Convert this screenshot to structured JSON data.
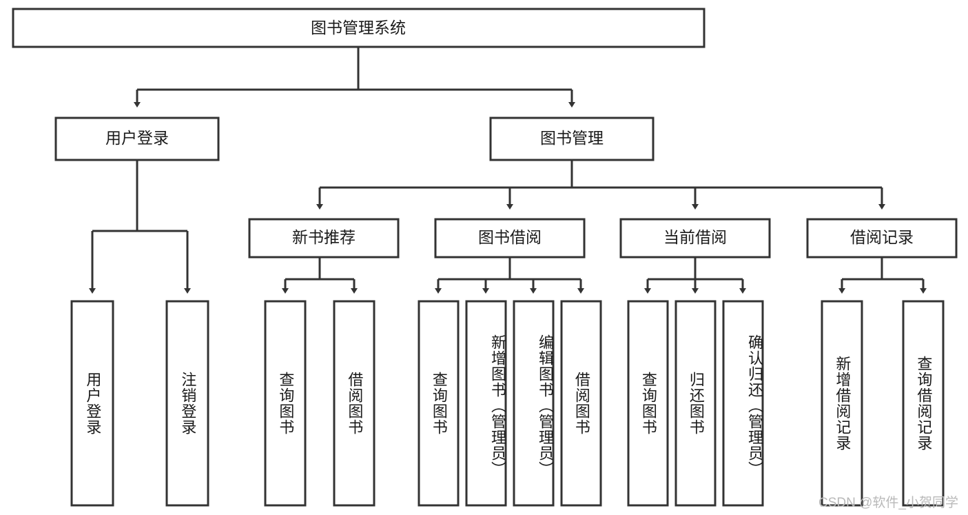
{
  "diagram": {
    "title": "图书管理系统",
    "type": "tree",
    "watermark": "CSDN @软件_小贺同学",
    "levels": {
      "root": {
        "label": "图书管理系统"
      },
      "level2": [
        {
          "id": "user-login",
          "label": "用户登录"
        },
        {
          "id": "book-management",
          "label": "图书管理"
        }
      ],
      "level3": [
        {
          "id": "new-book-recommend",
          "label": "新书推荐",
          "parent": "book-management"
        },
        {
          "id": "book-borrow",
          "label": "图书借阅",
          "parent": "book-management"
        },
        {
          "id": "current-borrow",
          "label": "当前借阅",
          "parent": "book-management"
        },
        {
          "id": "borrow-record",
          "label": "借阅记录",
          "parent": "book-management"
        }
      ],
      "leaves": [
        {
          "id": "leaf-user-login",
          "label": "用户登录",
          "parent": "user-login"
        },
        {
          "id": "leaf-logout-login",
          "label": "注销登录",
          "parent": "user-login"
        },
        {
          "id": "leaf-query-book-1",
          "label": "查询图书",
          "parent": "new-book-recommend"
        },
        {
          "id": "leaf-borrow-book-1",
          "label": "借阅图书",
          "parent": "new-book-recommend"
        },
        {
          "id": "leaf-query-book-2",
          "label": "查询图书",
          "parent": "book-borrow"
        },
        {
          "id": "leaf-add-book",
          "label": "新增图书（管理员）",
          "parent": "book-borrow"
        },
        {
          "id": "leaf-edit-book",
          "label": "编辑图书（管理员）",
          "parent": "book-borrow"
        },
        {
          "id": "leaf-borrow-book-2",
          "label": "借阅图书",
          "parent": "book-borrow"
        },
        {
          "id": "leaf-query-book-3",
          "label": "查询图书",
          "parent": "current-borrow"
        },
        {
          "id": "leaf-return-book",
          "label": "归还图书",
          "parent": "current-borrow"
        },
        {
          "id": "leaf-confirm-return",
          "label": "确认归还（管理员）",
          "parent": "current-borrow"
        },
        {
          "id": "leaf-add-record",
          "label": "新增借阅记录",
          "parent": "borrow-record"
        },
        {
          "id": "leaf-query-record",
          "label": "查询借阅记录",
          "parent": "borrow-record"
        }
      ]
    },
    "colors": {
      "stroke": "#333333",
      "fill": "#ffffff",
      "text": "#1a1a1a",
      "watermark": "#b9b9b9"
    }
  }
}
